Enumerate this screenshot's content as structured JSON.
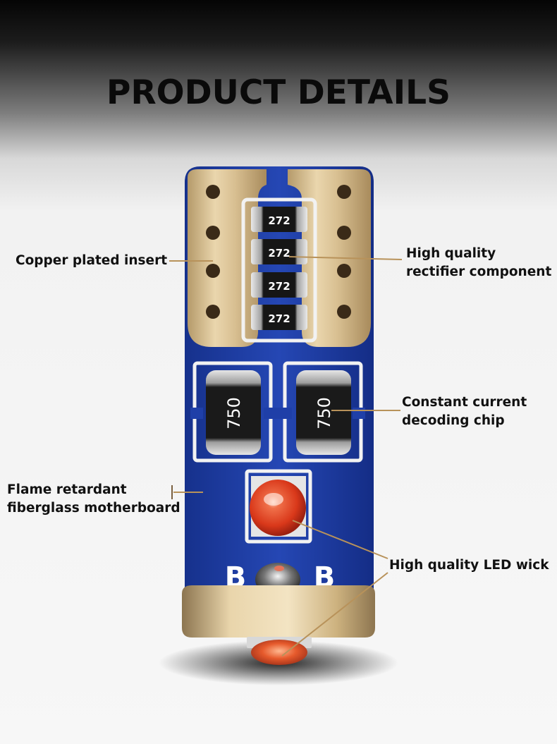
{
  "title": "PRODUCT DETAILS",
  "labels": {
    "copper": "Copper plated insert",
    "rectifier_line1": "High quality",
    "rectifier_line2": "rectifier component",
    "chip_line1": "Constant current",
    "chip_line2": "decoding chip",
    "flame_line1": "Flame retardant",
    "flame_line2": "fiberglass motherboard",
    "led": "High quality LED wick"
  },
  "components": {
    "resistor_code": "272",
    "chip_code": "750",
    "board_mark": "B"
  },
  "colors": {
    "board_blue": "#1f3fa8",
    "gold": "#d9bf90",
    "led_red": "#e0421f",
    "leader_gold": "#b8925a"
  }
}
